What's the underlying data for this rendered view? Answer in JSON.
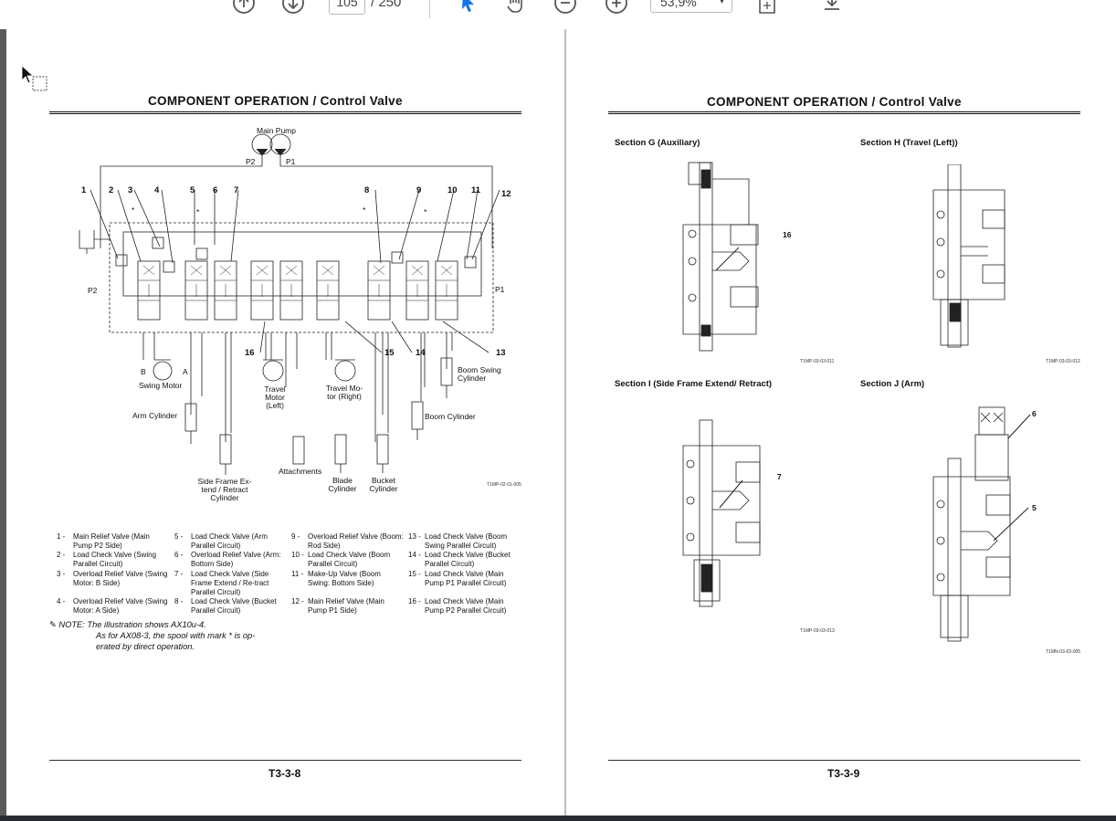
{
  "toolbar": {
    "page_current": "105",
    "page_total": "/ 250",
    "zoom": "53,9%",
    "icons": [
      "scroll-up-icon",
      "scroll-down-icon",
      "select-tool-icon",
      "hand-tool-icon",
      "zoom-out-icon",
      "zoom-in-icon",
      "fit-page-icon",
      "download-icon"
    ]
  },
  "left_page": {
    "title": "COMPONENT OPERATION / Control Valve",
    "footer": "T3-3-8",
    "diagram": {
      "main_pump": "Main Pump",
      "p2": "P2",
      "p1": "P1",
      "p2_side": "P2",
      "p1_side": "P1",
      "callouts": [
        "1",
        "2",
        "3",
        "4",
        "5",
        "6",
        "7",
        "8",
        "9",
        "10",
        "11",
        "12",
        "13",
        "14",
        "15",
        "16"
      ],
      "star": "*",
      "swing_b": "B",
      "swing_a": "A",
      "swing_motor": "Swing Motor",
      "travel_left": "Travel\nMotor\n(Left)",
      "travel_right": "Travel Mo-\ntor (Right)",
      "boom_swing": "Boom Swing\nCylinder",
      "arm_cylinder": "Arm Cylinder",
      "boom_cylinder": "Boom Cylinder",
      "side_frame": "Side Frame Ex-\ntend / Retract\nCylinder",
      "attachments": "Attachments",
      "blade": "Blade\nCylinder",
      "bucket": "Bucket\nCylinder",
      "code": "T1MP-02-01-005"
    },
    "legend": [
      {
        "n": "1 -",
        "t": "Main Relief Valve (Main Pump P2 Side)"
      },
      {
        "n": "2 -",
        "t": "Load Check Valve (Swing Parallel Circuit)"
      },
      {
        "n": "3 -",
        "t": "Overload Relief Valve (Swing Motor: B Side)"
      },
      {
        "n": "4 -",
        "t": "Overload Relief Valve (Swing Motor: A Side)"
      },
      {
        "n": "5 -",
        "t": "Load Check Valve (Arm Parallel Circuit)"
      },
      {
        "n": "6 -",
        "t": "Overload Relief Valve (Arm: Bottom Side)"
      },
      {
        "n": "7 -",
        "t": "Load Check Valve (Side Frame Extend / Re-tract Parallel Circuit)"
      },
      {
        "n": "8 -",
        "t": "Load Check Valve (Bucket Parallel Circuit)"
      },
      {
        "n": "9 -",
        "t": "Overload Relief Valve (Boom: Rod Side)"
      },
      {
        "n": "10 -",
        "t": "Load Check Valve (Boom Parallel Circuit)"
      },
      {
        "n": "11 -",
        "t": "Make-Up Valve (Boom Swing: Bottom Side)"
      },
      {
        "n": "12 -",
        "t": "Main Relief Valve (Main Pump P1 Side)"
      },
      {
        "n": "13 -",
        "t": "Load Check Valve (Boom Swing Parallel Circuit)"
      },
      {
        "n": "14 -",
        "t": "Load Check Valve (Bucket Parallel Circuit)"
      },
      {
        "n": "15 -",
        "t": "Load Check Valve (Main Pump P1 Parallel Circuit)"
      },
      {
        "n": "16 -",
        "t": "Load Check Valve (Main Pump P2 Parallel Circuit)"
      }
    ],
    "note_label": "NOTE:",
    "note_lines": [
      "The illustration shows AX10u-4.",
      "As for AX08-3, the spool with mark * is op-",
      "erated by direct operation."
    ]
  },
  "right_page": {
    "title": "COMPONENT OPERATION / Control Valve",
    "footer": "T3-3-9",
    "sections": [
      {
        "title": "Section G (Auxiliary)",
        "code": "T1MP-03-03-011",
        "callout": "16"
      },
      {
        "title": "Section H (Travel (Left))",
        "code": "T1MP-03-03-012",
        "callout": ""
      },
      {
        "title": "Section I (Side Frame Extend/ Retract)",
        "code": "T1MP-03-03-013",
        "callout": "7"
      },
      {
        "title": "Section J (Arm)",
        "code": "T1MN-03-03-005",
        "callout_top": "6",
        "callout_bottom": "5"
      }
    ]
  }
}
